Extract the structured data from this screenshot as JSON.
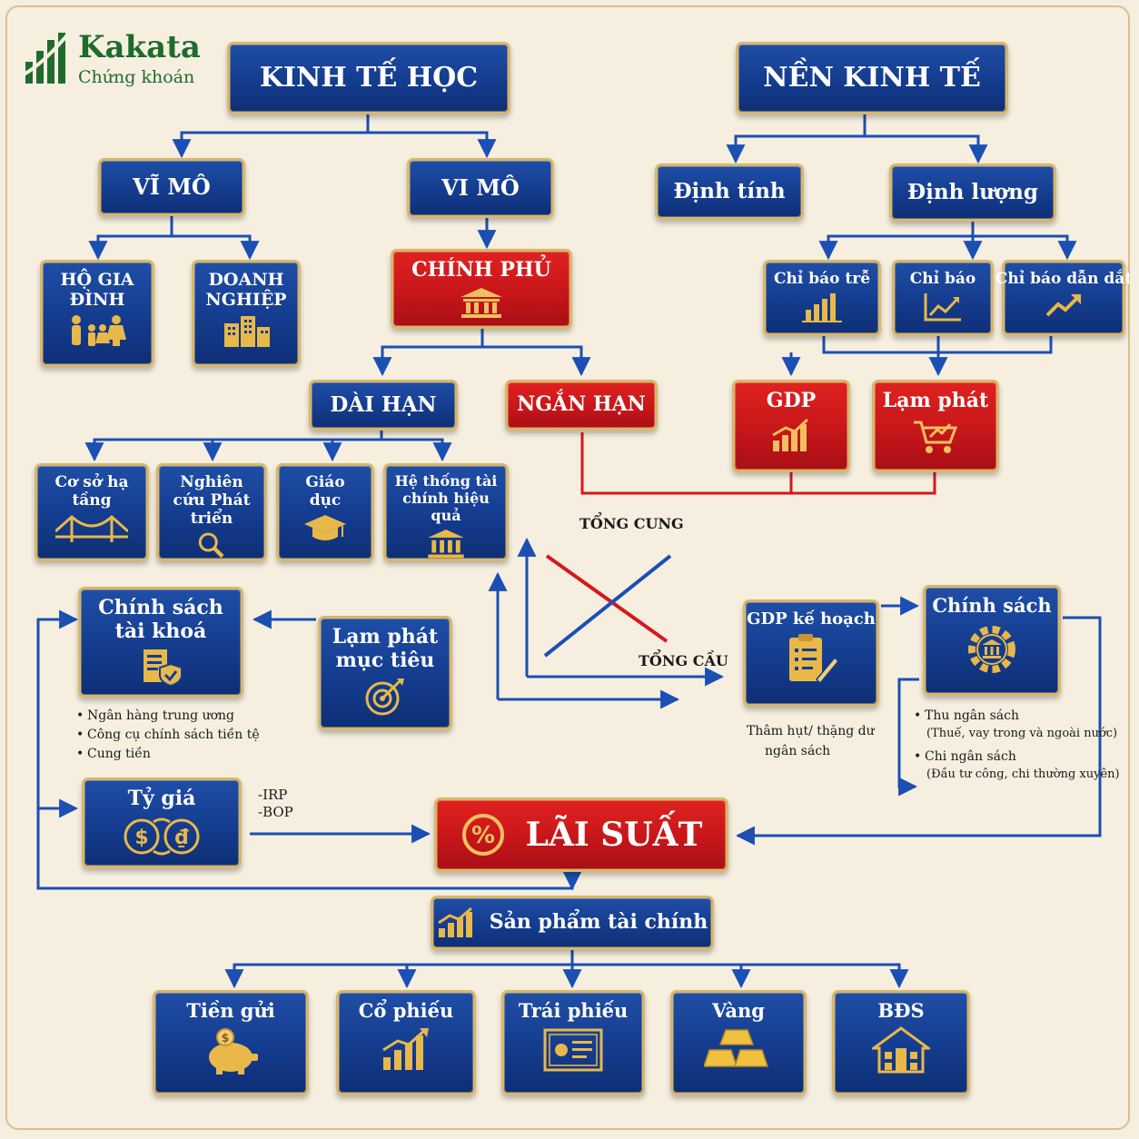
{
  "logo": {
    "name": "Kakata",
    "sub": "Chứng khoán"
  },
  "nodes": {
    "kinh_te_hoc": "KINH TẾ HỌC",
    "nen_kinh_te": "NỀN KINH TẾ",
    "vi_mo_macro": "VĨ MÔ",
    "vi_mo_micro": "VI MÔ",
    "dinh_tinh": "Định tính",
    "dinh_luong": "Định lượng",
    "ho_gia_dinh": "HỘ GIA ĐÌNH",
    "doanh_nghiep": "DOANH NGHIỆP",
    "chinh_phu": "CHÍNH PHỦ",
    "chi_bao_tre": "Chỉ báo trễ",
    "chi_bao": "Chỉ báo",
    "chi_bao_dan_dat": "Chỉ báo dẫn dắt",
    "dai_han": "DÀI HẠN",
    "ngan_han": "NGẮN HẠN",
    "gdp": "GDP",
    "lam_phat": "Lạm phát",
    "co_so_ha_tang": "Cơ sở hạ tầng",
    "nghien_cuu": "Nghiên cứu Phát triển",
    "giao_duc": "Giáo dục",
    "he_thong_tai_chinh": "Hệ thống tài chính hiệu quả",
    "chinh_sach_tai_khoa": "Chính sách tài khoá",
    "lam_phat_muc_tieu": "Lạm phát mục tiêu",
    "gdp_ke_hoach": "GDP kế hoạch",
    "chinh_sach": "Chính sách",
    "ty_gia": "Tỷ giá",
    "lai_suat": "LÃI SUẤT",
    "san_pham_tai_chinh": "Sản phẩm tài chính",
    "tien_gui": "Tiền gửi",
    "co_phieu": "Cổ phiếu",
    "trai_phieu": "Trái phiếu",
    "vang": "Vàng",
    "bds": "BĐS"
  },
  "labels": {
    "tong_cung": "TỔNG CUNG",
    "tong_cau": "TỔNG CẦU",
    "irp": "-IRP",
    "bop": "-BOP",
    "tham_hut": "Thâm hụt/ thặng dư",
    "ngan_sach": "ngân sách"
  },
  "bullets_fiscal": [
    "Ngân hàng trung ương",
    "Công cụ chính sách tiền tệ",
    "Cung tiền"
  ],
  "bullets_budget": [
    {
      "main": "Thu ngân sách",
      "sub": "(Thuế, vay trong và ngoài nước)"
    },
    {
      "main": "Chi ngân sách",
      "sub": "(Đầu tư công, chi thường xuyên)"
    }
  ],
  "colors": {
    "blue": "#143c8e",
    "red": "#c4151a",
    "gold": "#e2b04a",
    "line_blue": "#1b4fb4",
    "line_red": "#d6181d",
    "logo_green": "#1f6b2e"
  }
}
